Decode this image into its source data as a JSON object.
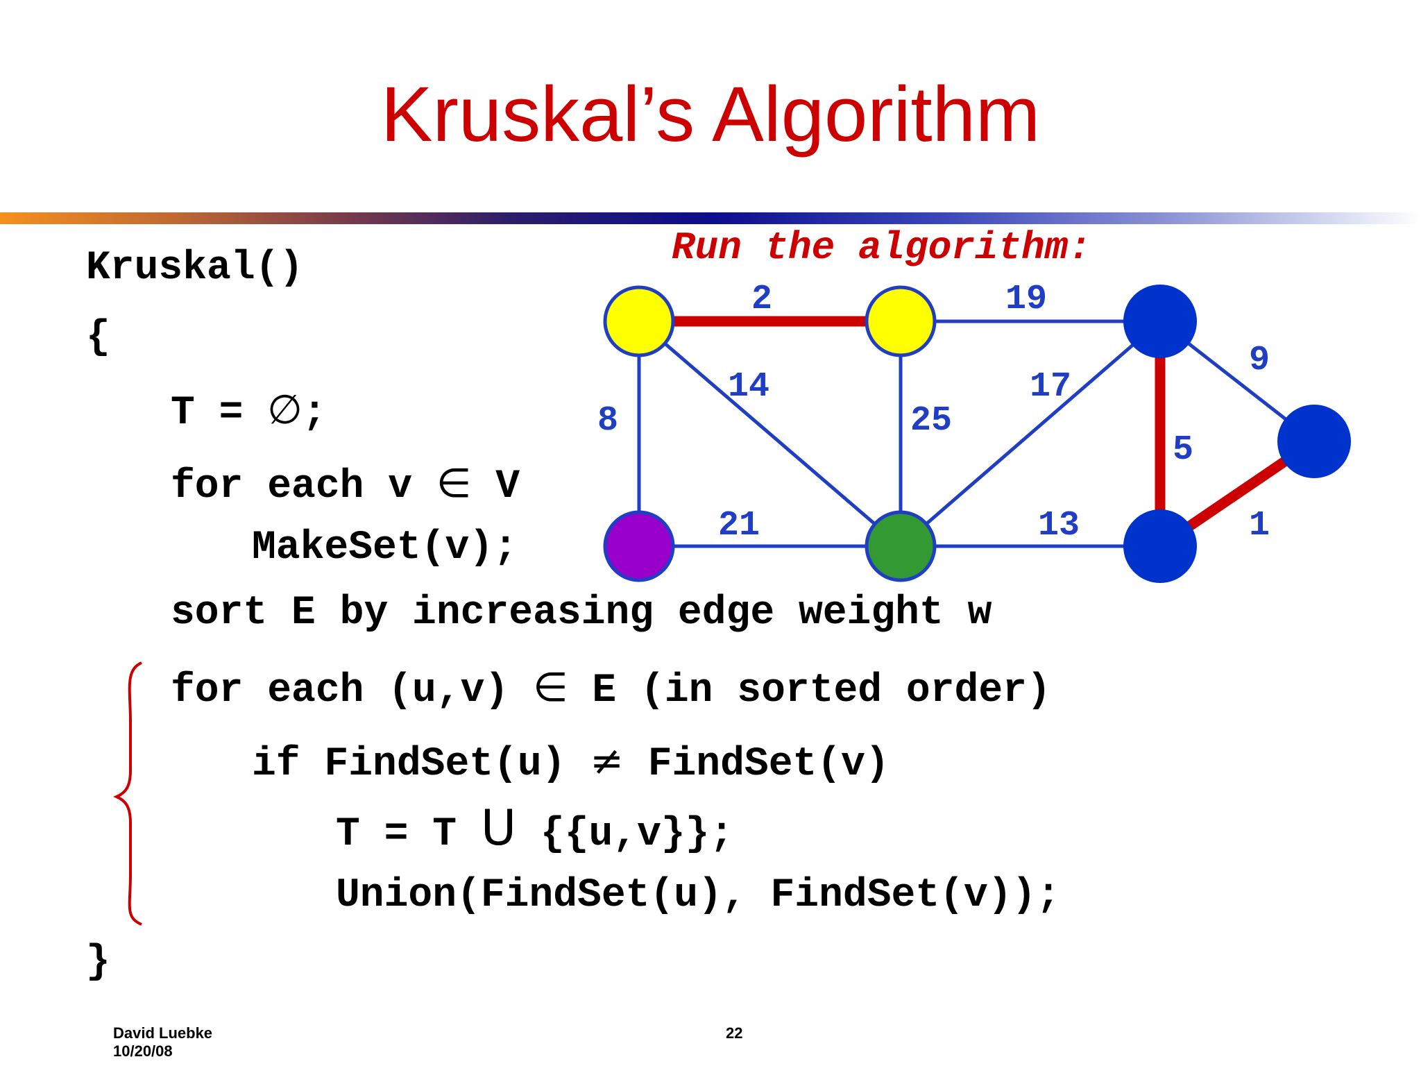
{
  "slide": {
    "title": "Kruskal’s Algorithm",
    "graph_label": "Run the algorithm:",
    "footer_author": "David Luebke",
    "footer_date": "10/20/08",
    "page_number": "22"
  },
  "code": {
    "header": "Kruskal()",
    "open_brace": "{",
    "t_init_lhs": "T = ",
    "empty_set_symbol": "∅",
    "semicolon": ";",
    "for_v_prefix": "for each v ",
    "element_of": "∈",
    "for_v_suffix": " V",
    "makeset": "MakeSet(v);",
    "sort_line": "sort E by increasing edge weight w",
    "for_e_prefix": "for each (u,v) ",
    "for_e_suffix": " E (in sorted order)",
    "if_prefix": "if FindSet(u) ",
    "not_equal": "≠",
    "if_suffix": " FindSet(v)",
    "t_union_prefix": "T = T ",
    "union_symbol": "U",
    "t_union_suffix": " {{u,v}};",
    "union_call": "Union(FindSet(u), FindSet(v));",
    "close_brace": "}"
  },
  "colors": {
    "title": "#cc0000",
    "edge_default": "#1f3ec4",
    "edge_selected": "#cc0000",
    "vertex_blue": "#0033cc",
    "vertex_yellow": "#ffff00",
    "vertex_purple": "#9900cc",
    "vertex_green": "#339933",
    "brace": "#cc0000"
  },
  "graph": {
    "vertices": [
      {
        "id": "top-left",
        "color": "yellow"
      },
      {
        "id": "top-middle",
        "color": "yellow"
      },
      {
        "id": "top-right",
        "color": "blue"
      },
      {
        "id": "far-right",
        "color": "blue"
      },
      {
        "id": "bottom-left",
        "color": "purple"
      },
      {
        "id": "bottom-middle",
        "color": "green"
      },
      {
        "id": "bottom-right",
        "color": "blue"
      }
    ],
    "edges": [
      {
        "id": "tl-tm",
        "from": "top-left",
        "to": "top-middle",
        "weight": "2",
        "selected": true
      },
      {
        "id": "tm-tr",
        "from": "top-middle",
        "to": "top-right",
        "weight": "19",
        "selected": false
      },
      {
        "id": "tr-fr",
        "from": "top-right",
        "to": "far-right",
        "weight": "9",
        "selected": false
      },
      {
        "id": "tl-bl",
        "from": "top-left",
        "to": "bottom-left",
        "weight": "8",
        "selected": false
      },
      {
        "id": "tl-bm",
        "from": "top-left",
        "to": "bottom-middle",
        "weight": "14",
        "selected": false
      },
      {
        "id": "tm-bm",
        "from": "top-middle",
        "to": "bottom-middle",
        "weight": "25",
        "selected": false
      },
      {
        "id": "tr-bm",
        "from": "top-right",
        "to": "bottom-middle",
        "weight": "17",
        "selected": false
      },
      {
        "id": "tr-br",
        "from": "top-right",
        "to": "bottom-right",
        "weight": "5",
        "selected": true
      },
      {
        "id": "br-fr",
        "from": "bottom-right",
        "to": "far-right",
        "weight": "1",
        "selected": true
      },
      {
        "id": "bl-bm",
        "from": "bottom-left",
        "to": "bottom-middle",
        "weight": "21",
        "selected": false
      },
      {
        "id": "bm-br",
        "from": "bottom-middle",
        "to": "bottom-right",
        "weight": "13",
        "selected": false
      }
    ]
  }
}
